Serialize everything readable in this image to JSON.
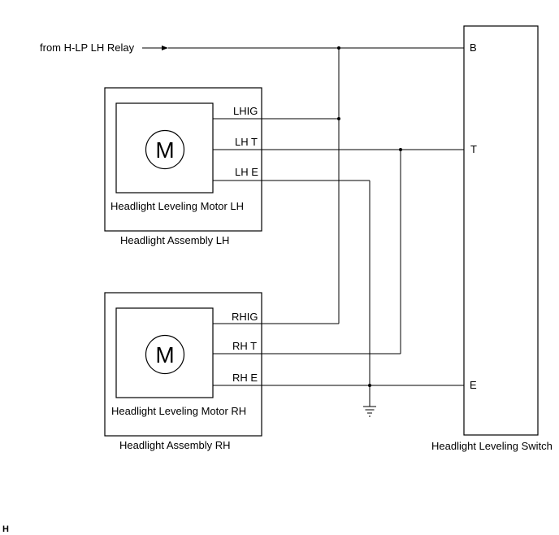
{
  "source_label": "from H-LP LH Relay",
  "switch": {
    "name": "Headlight Leveling Switch",
    "terminals": {
      "b": "B",
      "t": "T",
      "e": "E"
    }
  },
  "assembly_lh": {
    "name": "Headlight Assembly LH",
    "motor_name": "Headlight Leveling Motor LH",
    "motor_symbol": "M",
    "terminals": {
      "ig": "LHIG",
      "t": "LH T",
      "e": "LH E"
    }
  },
  "assembly_rh": {
    "name": "Headlight Assembly RH",
    "motor_name": "Headlight Leveling Motor RH",
    "motor_symbol": "M",
    "terminals": {
      "ig": "RHIG",
      "t": "RH T",
      "e": "RH E"
    }
  },
  "corner_mark": "H"
}
